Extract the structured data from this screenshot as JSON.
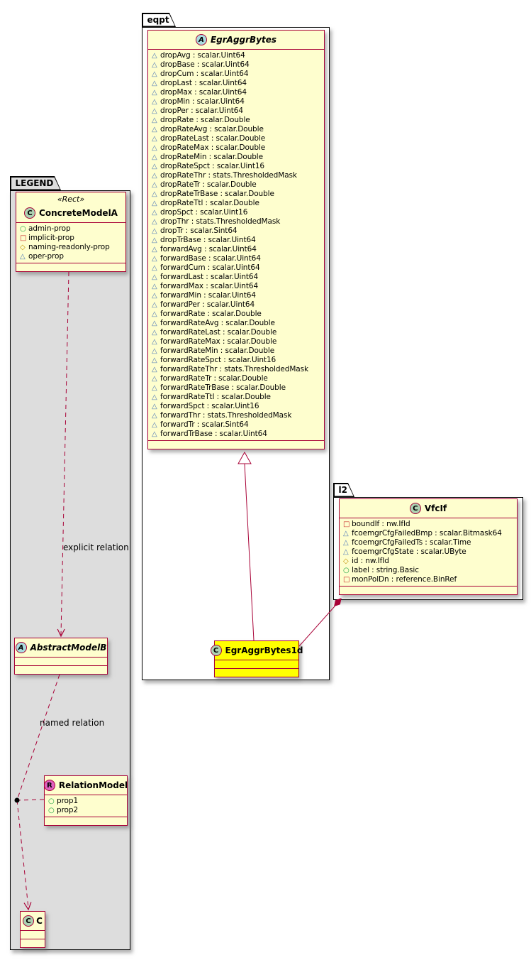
{
  "colors": {
    "class-bg": "#FEFECE",
    "class-border": "#A80036",
    "line": "#A80036",
    "highlight-bg": "#FFFF00",
    "legend-bg": "#DDDDDD",
    "pkg-bg": "#FFFFFF",
    "pkg-border": "#000000",
    "spot-class": "#ADD1B2",
    "spot-abstract": "#A9DCDF",
    "spot-relation": "#E060C0",
    "icon-oper": "#4E79B8",
    "icon-admin": "#1FA343",
    "icon-implicit": "#C82929",
    "icon-naming": "#C09000"
  },
  "packages": {
    "eqpt": {
      "label": "eqpt"
    },
    "legend": {
      "label": "LEGEND"
    },
    "l2": {
      "label": "l2"
    }
  },
  "classes": {
    "egrAggrBytes": {
      "name": "EgrAggrBytes",
      "spot": "A",
      "attributes": [
        {
          "icon": "triangle",
          "text": "dropAvg : scalar.Uint64"
        },
        {
          "icon": "triangle",
          "text": "dropBase : scalar.Uint64"
        },
        {
          "icon": "triangle",
          "text": "dropCum : scalar.Uint64"
        },
        {
          "icon": "triangle",
          "text": "dropLast : scalar.Uint64"
        },
        {
          "icon": "triangle",
          "text": "dropMax : scalar.Uint64"
        },
        {
          "icon": "triangle",
          "text": "dropMin : scalar.Uint64"
        },
        {
          "icon": "triangle",
          "text": "dropPer : scalar.Uint64"
        },
        {
          "icon": "triangle",
          "text": "dropRate : scalar.Double"
        },
        {
          "icon": "triangle",
          "text": "dropRateAvg : scalar.Double"
        },
        {
          "icon": "triangle",
          "text": "dropRateLast : scalar.Double"
        },
        {
          "icon": "triangle",
          "text": "dropRateMax : scalar.Double"
        },
        {
          "icon": "triangle",
          "text": "dropRateMin : scalar.Double"
        },
        {
          "icon": "triangle",
          "text": "dropRateSpct : scalar.Uint16"
        },
        {
          "icon": "triangle",
          "text": "dropRateThr : stats.ThresholdedMask"
        },
        {
          "icon": "triangle",
          "text": "dropRateTr : scalar.Double"
        },
        {
          "icon": "triangle",
          "text": "dropRateTrBase : scalar.Double"
        },
        {
          "icon": "triangle",
          "text": "dropRateTtl : scalar.Double"
        },
        {
          "icon": "triangle",
          "text": "dropSpct : scalar.Uint16"
        },
        {
          "icon": "triangle",
          "text": "dropThr : stats.ThresholdedMask"
        },
        {
          "icon": "triangle",
          "text": "dropTr : scalar.Sint64"
        },
        {
          "icon": "triangle",
          "text": "dropTrBase : scalar.Uint64"
        },
        {
          "icon": "triangle",
          "text": "forwardAvg : scalar.Uint64"
        },
        {
          "icon": "triangle",
          "text": "forwardBase : scalar.Uint64"
        },
        {
          "icon": "triangle",
          "text": "forwardCum : scalar.Uint64"
        },
        {
          "icon": "triangle",
          "text": "forwardLast : scalar.Uint64"
        },
        {
          "icon": "triangle",
          "text": "forwardMax : scalar.Uint64"
        },
        {
          "icon": "triangle",
          "text": "forwardMin : scalar.Uint64"
        },
        {
          "icon": "triangle",
          "text": "forwardPer : scalar.Uint64"
        },
        {
          "icon": "triangle",
          "text": "forwardRate : scalar.Double"
        },
        {
          "icon": "triangle",
          "text": "forwardRateAvg : scalar.Double"
        },
        {
          "icon": "triangle",
          "text": "forwardRateLast : scalar.Double"
        },
        {
          "icon": "triangle",
          "text": "forwardRateMax : scalar.Double"
        },
        {
          "icon": "triangle",
          "text": "forwardRateMin : scalar.Double"
        },
        {
          "icon": "triangle",
          "text": "forwardRateSpct : scalar.Uint16"
        },
        {
          "icon": "triangle",
          "text": "forwardRateThr : stats.ThresholdedMask"
        },
        {
          "icon": "triangle",
          "text": "forwardRateTr : scalar.Double"
        },
        {
          "icon": "triangle",
          "text": "forwardRateTrBase : scalar.Double"
        },
        {
          "icon": "triangle",
          "text": "forwardRateTtl : scalar.Double"
        },
        {
          "icon": "triangle",
          "text": "forwardSpct : scalar.Uint16"
        },
        {
          "icon": "triangle",
          "text": "forwardThr : stats.ThresholdedMask"
        },
        {
          "icon": "triangle",
          "text": "forwardTr : scalar.Sint64"
        },
        {
          "icon": "triangle",
          "text": "forwardTrBase : scalar.Uint64"
        }
      ]
    },
    "egrAggrBytes1d": {
      "name": "EgrAggrBytes1d",
      "spot": "C"
    },
    "vfcIf": {
      "name": "VfcIf",
      "spot": "C",
      "attributes": [
        {
          "icon": "square",
          "text": "boundIf : nw.IfId"
        },
        {
          "icon": "triangle",
          "text": "fcoemgrCfgFailedBmp : scalar.Bitmask64"
        },
        {
          "icon": "triangle",
          "text": "fcoemgrCfgFailedTs : scalar.Time"
        },
        {
          "icon": "triangle",
          "text": "fcoemgrCfgState : scalar.UByte"
        },
        {
          "icon": "diamond",
          "text": "id : nw.IfId"
        },
        {
          "icon": "circle",
          "text": "label : string.Basic"
        },
        {
          "icon": "square",
          "text": "monPolDn : reference.BinRef"
        }
      ]
    },
    "concreteModelA": {
      "name": "ConcreteModelA",
      "stereotype": "«Rect»",
      "spot": "C",
      "attributes": [
        {
          "icon": "circle",
          "text": "admin-prop"
        },
        {
          "icon": "square",
          "text": "implicit-prop"
        },
        {
          "icon": "diamond",
          "text": "naming-readonly-prop"
        },
        {
          "icon": "triangle",
          "text": "oper-prop"
        }
      ]
    },
    "abstractModelB": {
      "name": "AbstractModelB",
      "spot": "A"
    },
    "relationModel": {
      "name": "RelationModel",
      "spot": "R",
      "attributes": [
        {
          "icon": "circle",
          "text": "prop1"
        },
        {
          "icon": "circle",
          "text": "prop2"
        }
      ]
    },
    "c": {
      "name": "C",
      "spot": "C"
    }
  },
  "edge_labels": {
    "explicit": "explicit relation",
    "named": "named relation"
  }
}
